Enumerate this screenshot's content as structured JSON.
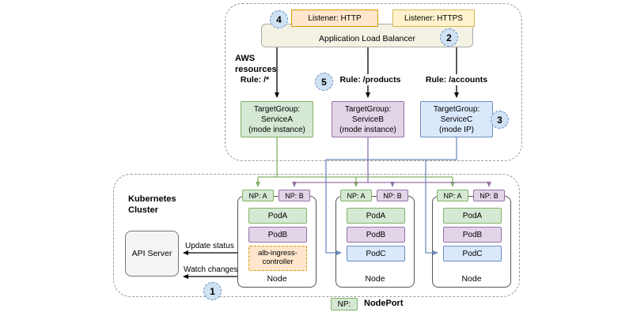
{
  "aws": {
    "label_line1": "AWS",
    "label_line2": "resources",
    "listeners": [
      {
        "label": "Listener: HTTP"
      },
      {
        "label": "Listener: HTTPS"
      }
    ],
    "alb_label": "Application Load Balancer",
    "rules": [
      {
        "label": "Rule: /*"
      },
      {
        "label": "Rule: /products"
      },
      {
        "label": "Rule: /accounts"
      }
    ],
    "target_groups": [
      {
        "title": "TargetGroup:",
        "service": "ServiceA",
        "mode": "(mode instance)"
      },
      {
        "title": "TargetGroup:",
        "service": "ServiceB",
        "mode": "(mode instance)"
      },
      {
        "title": "TargetGroup:",
        "service": "ServiceC",
        "mode": "(mode IP)"
      }
    ]
  },
  "k8s": {
    "label_line1": "Kubernetes",
    "label_line2": "Cluster",
    "api_server": "API Server",
    "update_status": "Update status",
    "watch_changes": "Watch changes",
    "nodes": [
      {
        "np_a": "NP: A",
        "np_b": "NP: B",
        "pods": [
          "PodA",
          "PodB"
        ],
        "controller_line1": "alb-ingress-",
        "controller_line2": "controller",
        "label": "Node"
      },
      {
        "np_a": "NP: A",
        "np_b": "NP: B",
        "pods": [
          "PodA",
          "PodB",
          "PodC"
        ],
        "label": "Node"
      },
      {
        "np_a": "NP: A",
        "np_b": "NP: B",
        "pods": [
          "PodA",
          "PodB",
          "PodC"
        ],
        "label": "Node"
      }
    ]
  },
  "legend": {
    "np": "NP:",
    "nodeport": "NodePort"
  },
  "badges": {
    "n1": "1",
    "n2": "2",
    "n3": "3",
    "n4": "4",
    "n5": "5"
  },
  "colors": {
    "green_border": "#82b366",
    "green_fill": "#d5e8d4",
    "purple_border": "#9673a6",
    "purple_fill": "#e1d5e7",
    "blue_border": "#6c8ebf",
    "blue_fill": "#dae8fc",
    "orange_border": "#d79b00",
    "orange_fill": "#ffe6cc",
    "yellow_border": "#d6b656",
    "yellow_fill": "#fff2cc",
    "badge_fill": "#cfe2f3"
  }
}
